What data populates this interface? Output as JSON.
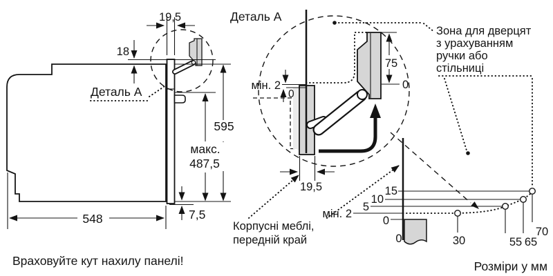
{
  "drawing": {
    "left_view": {
      "top_width": "19,5",
      "top_offset": "18",
      "detail_label": "Деталь A",
      "height": "595",
      "max_label": "макс.",
      "max_value": "487,5",
      "depth": "548",
      "bottom_offset": "7,5",
      "note": "Враховуйте кут нахилу панелі!"
    },
    "detail_view": {
      "title": "Деталь A",
      "min_gap": "мін. 2",
      "zero_gap": "0",
      "handle_zone_height": "75",
      "zero_handle": "0",
      "door_thickness": "19,5"
    },
    "door_zone_note": {
      "line1": "Зона для дверцят",
      "line2": "з урахуванням",
      "line3": "ручки або",
      "line4": "стільниці"
    },
    "furniture_note": {
      "line1": "Корпусні меблі,",
      "line2": "передній край"
    },
    "graph": {
      "y_tick_15": "15",
      "y_tick_10": "10",
      "y_tick_5": "5",
      "y_min": "мін. 2",
      "y_zero": "0",
      "x_zero": "0",
      "x_tick_30": "30",
      "x_tick_55": "55",
      "x_tick_65": "65",
      "x_tick_70": "70",
      "units": "Розміри у мм"
    }
  },
  "chart_data": {
    "type": "line",
    "title": "Door front clearance profile",
    "x": [
      30,
      55,
      65,
      70
    ],
    "y": [
      2,
      5,
      10,
      15
    ],
    "xlabel": "Розміри у мм",
    "ylabel": "мін. 2",
    "ylim": [
      0,
      15
    ],
    "grid": false
  }
}
